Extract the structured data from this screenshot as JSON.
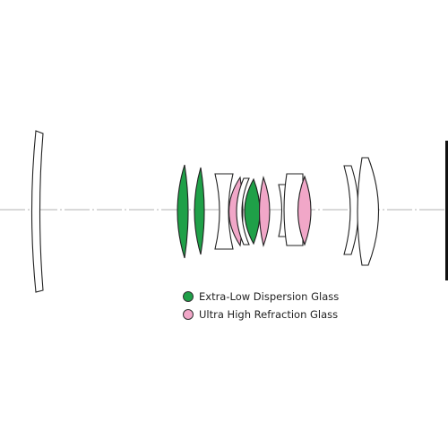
{
  "colors": {
    "extra_low_dispersion": "#1fa048",
    "ultra_high_refraction": "#f1a7c8",
    "standard_glass": "#ffffff",
    "outline": "#222222",
    "optical_axis": "#9a9a9a"
  },
  "legend": {
    "items": [
      {
        "label": "Extra-Low Dispersion Glass",
        "color_key": "extra_low_dispersion"
      },
      {
        "label": "Ultra High Refraction Glass",
        "color_key": "ultra_high_refraction"
      }
    ]
  }
}
